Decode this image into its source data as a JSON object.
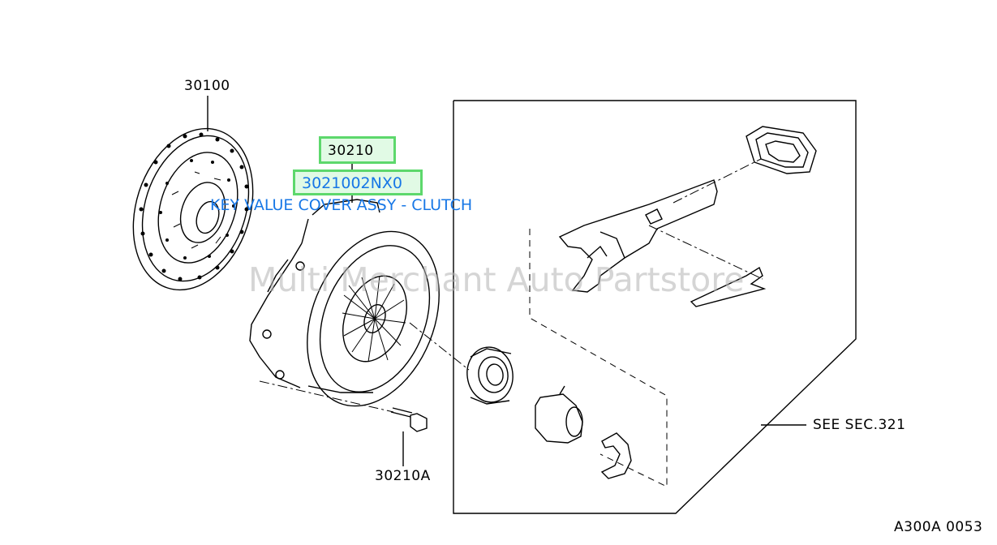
{
  "callouts": {
    "ref_label": "30210",
    "part_number": "3021002NX0",
    "description": "KEY VALUE COVER ASSY - CLUTCH"
  },
  "labels": {
    "disc": "30100",
    "bolt": "30210A",
    "see_section": "SEE SEC.321",
    "figure_code": "A300A 0053"
  },
  "watermark": "Multi Merchant Auto Partstore",
  "colors": {
    "highlight": "#5dd86c",
    "link_text": "#1777e6"
  }
}
